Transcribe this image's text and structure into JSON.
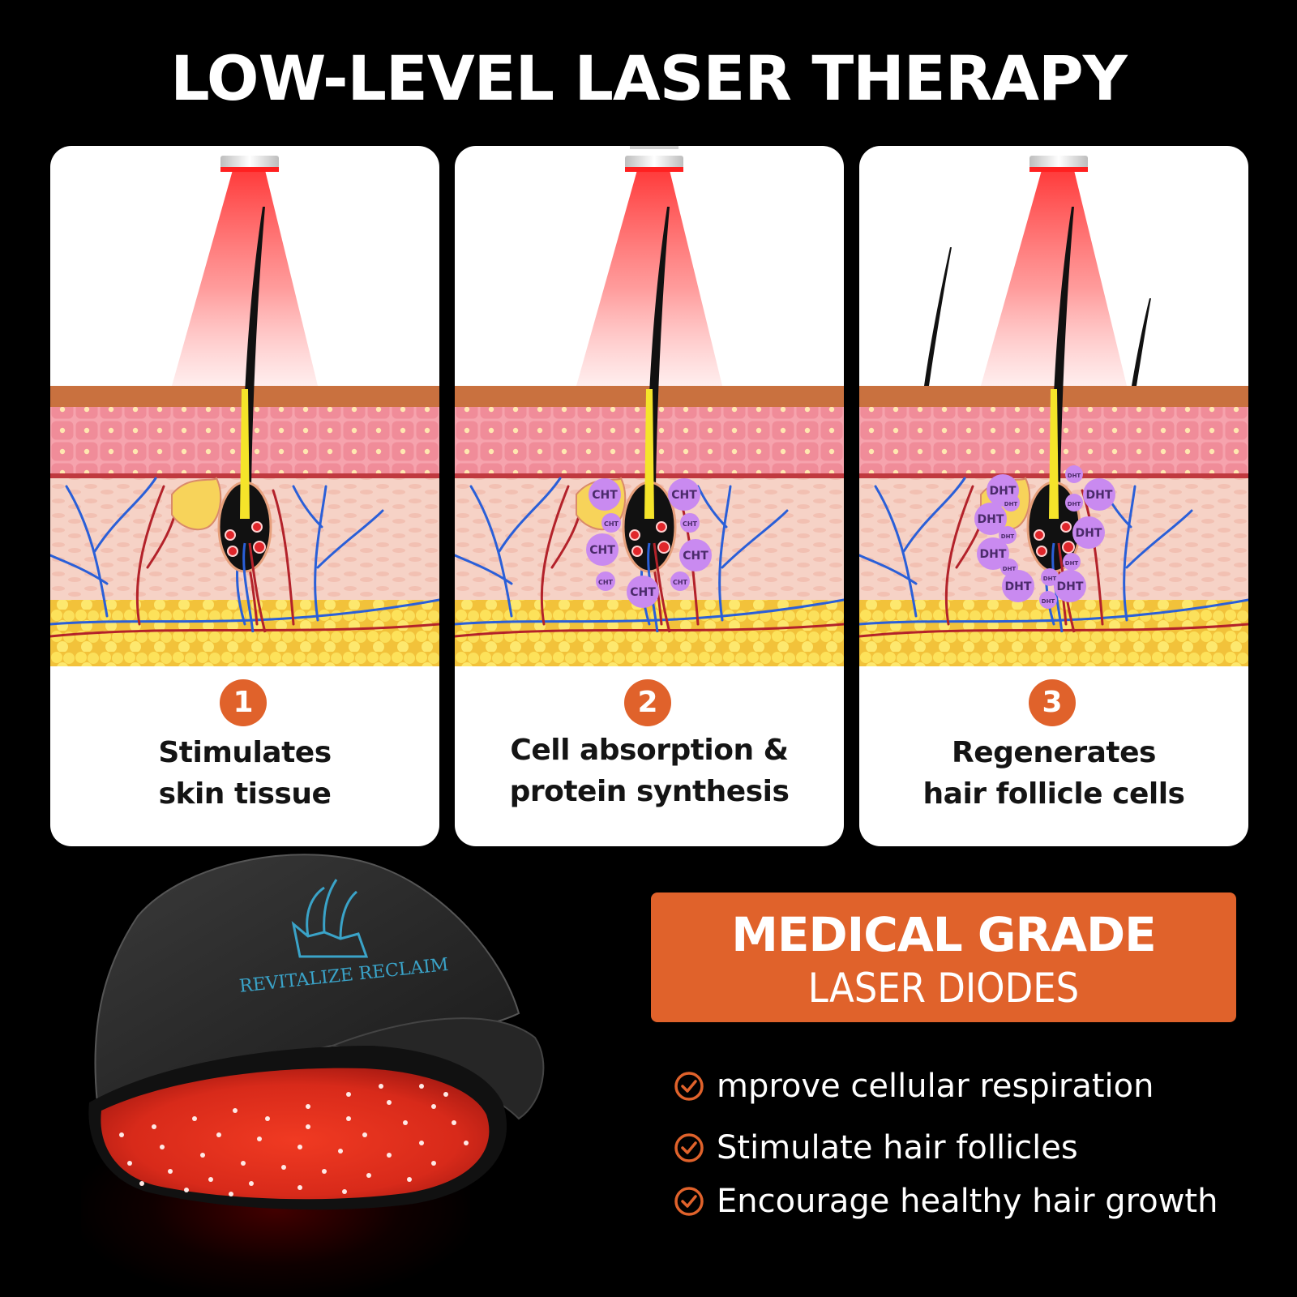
{
  "header": {
    "title": "LOW-LEVEL LASER THERAPY"
  },
  "steps": [
    {
      "number": "1",
      "caption_line1": "Stimulates",
      "caption_line2": "skin tissue",
      "molecule_label": ""
    },
    {
      "number": "2",
      "caption_line1": "Cell absorption &",
      "caption_line2": "protein synthesis",
      "molecule_label": "CHT"
    },
    {
      "number": "3",
      "caption_line1": "Regenerates",
      "caption_line2": "hair follicle cells",
      "molecule_label": "DHT"
    }
  ],
  "product": {
    "brand_text": "REVITALIZE RECLAIM",
    "image_description": "laser cap with red diodes"
  },
  "promo": {
    "headline": "MEDICAL GRADE",
    "subheadline": "LASER DIODES"
  },
  "benefits": [
    {
      "icon": "check-circle-icon",
      "text": "mprove cellular respiration"
    },
    {
      "icon": "check-circle-icon",
      "text": "Stimulate hair follicles"
    },
    {
      "icon": "check-circle-icon",
      "text": "Encourage healthy hair growth"
    }
  ],
  "colors": {
    "background": "#000000",
    "accent_orange": "#e0622b",
    "panel_bg": "#ffffff",
    "caption_text": "#141414",
    "laser_red": "#ff2b2b",
    "molecule_purple": "#c98af0"
  }
}
